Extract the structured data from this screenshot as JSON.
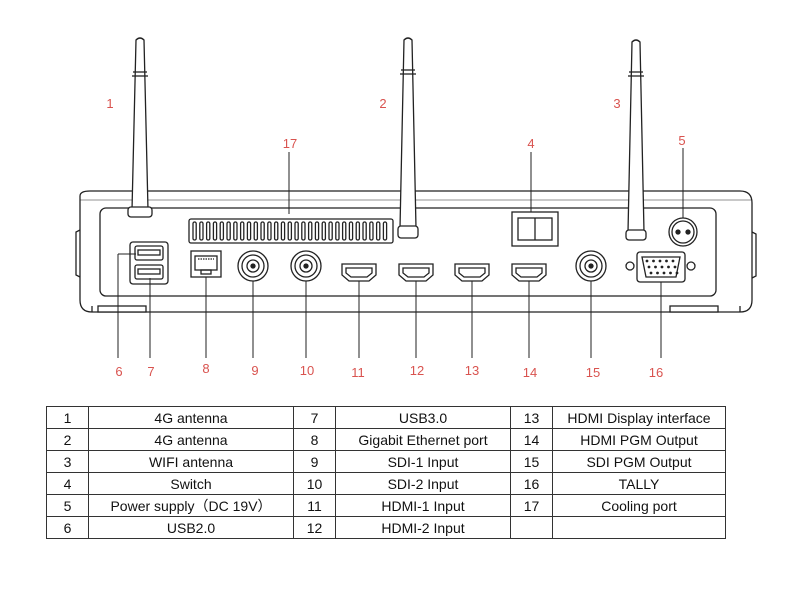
{
  "callouts": [
    "1",
    "2",
    "3",
    "4",
    "5",
    "6",
    "7",
    "8",
    "9",
    "10",
    "11",
    "12",
    "13",
    "14",
    "15",
    "16",
    "17"
  ],
  "colors": {
    "callout": "#d9534f",
    "outline": "#222222",
    "device_face": "#ffffff",
    "table_border": "#333333"
  },
  "legend": {
    "rows": [
      [
        {
          "num": "1",
          "label": "4G antenna"
        },
        {
          "num": "7",
          "label": "USB3.0"
        },
        {
          "num": "13",
          "label": "HDMI Display interface"
        }
      ],
      [
        {
          "num": "2",
          "label": "4G antenna"
        },
        {
          "num": "8",
          "label": "Gigabit Ethernet port"
        },
        {
          "num": "14",
          "label": "HDMI PGM Output"
        }
      ],
      [
        {
          "num": "3",
          "label": "WIFI antenna"
        },
        {
          "num": "9",
          "label": "SDI-1 Input"
        },
        {
          "num": "15",
          "label": "SDI PGM Output"
        }
      ],
      [
        {
          "num": "4",
          "label": "Switch"
        },
        {
          "num": "10",
          "label": "SDI-2 Input"
        },
        {
          "num": "16",
          "label": "TALLY"
        }
      ],
      [
        {
          "num": "5",
          "label": "Power supply（DC 19V）"
        },
        {
          "num": "11",
          "label": "HDMI-1 Input"
        },
        {
          "num": "17",
          "label": "Cooling port"
        }
      ],
      [
        {
          "num": "6",
          "label": "USB2.0"
        },
        {
          "num": "12",
          "label": "HDMI-2 Input"
        },
        {
          "num": "",
          "label": ""
        }
      ]
    ]
  }
}
